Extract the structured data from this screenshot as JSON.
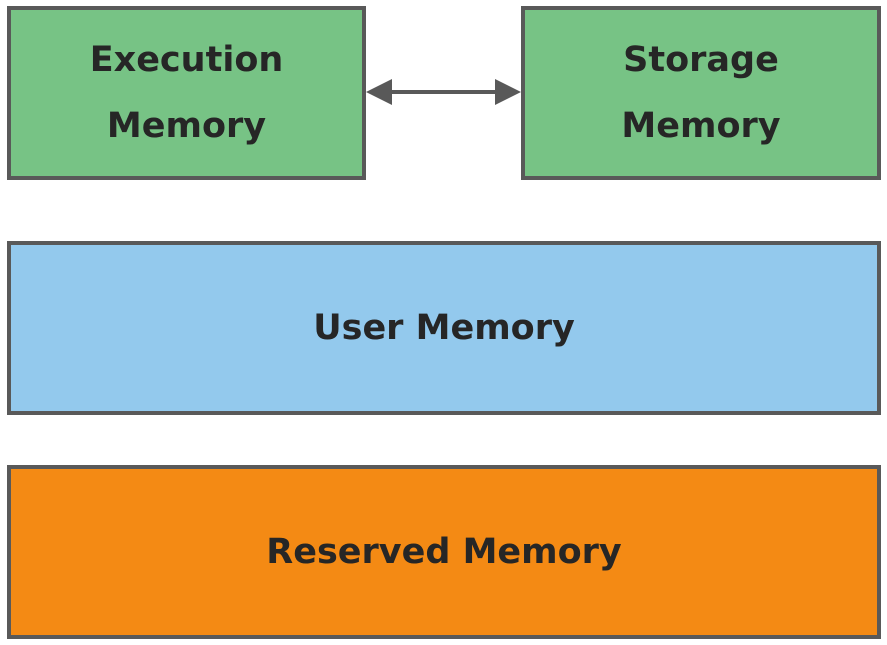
{
  "colors": {
    "execution_fill": "#77c385",
    "storage_fill": "#77c385",
    "user_fill": "#93c9ed",
    "reserved_fill": "#f48a14",
    "border": "#595959",
    "text": "#262626"
  },
  "boxes": {
    "execution": {
      "line1": "Execution",
      "line2": "Memory"
    },
    "storage": {
      "line1": "Storage",
      "line2": "Memory"
    },
    "user": {
      "label": "User Memory"
    },
    "reserved": {
      "label": "Reserved Memory"
    }
  }
}
